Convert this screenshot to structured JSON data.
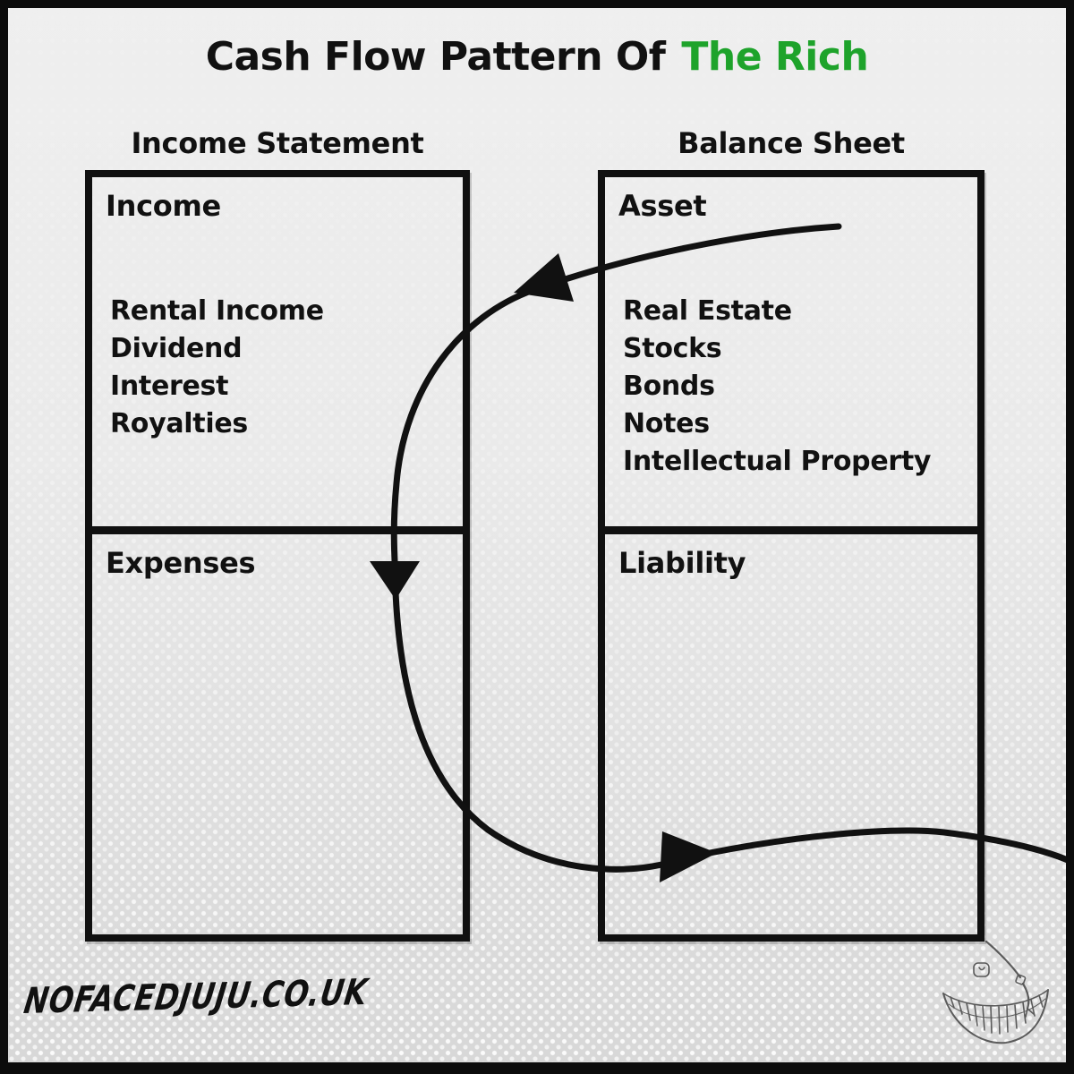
{
  "title": {
    "main": "Cash Flow Pattern Of",
    "highlight": "The Rich",
    "highlight_color": "#1EA32B"
  },
  "columns": [
    {
      "header": "Income Statement",
      "sections": [
        {
          "label": "Income",
          "items": [
            "Rental Income",
            "Dividend",
            "Interest",
            "Royalties"
          ]
        },
        {
          "label": "Expenses",
          "items": []
        }
      ]
    },
    {
      "header": "Balance Sheet",
      "sections": [
        {
          "label": "Asset",
          "items": [
            "Real Estate",
            "Stocks",
            "Bonds",
            "Notes",
            "Intellectual Property"
          ]
        },
        {
          "label": "Liability",
          "items": []
        }
      ]
    }
  ],
  "arrows": [
    {
      "name": "asset-to-income",
      "description": "curve from Asset box sweeping left, arrowhead pointing into Income"
    },
    {
      "name": "income-down-to-expenses",
      "description": "curve descending, arrowhead pointing down into Expenses"
    },
    {
      "name": "expenses-to-liability-and-out",
      "description": "curve sweeping right, arrowhead pointing right through Liability, line exits right edge"
    }
  ],
  "footer": {
    "site": "NOFACEDJUJU.CO.UK"
  },
  "mascot": {
    "name": "grinning-face-doodle"
  },
  "colors": {
    "ink": "#111111",
    "accent_green": "#1EA32B",
    "background": "#E9E9E9",
    "frame": "#0C0C0C"
  }
}
